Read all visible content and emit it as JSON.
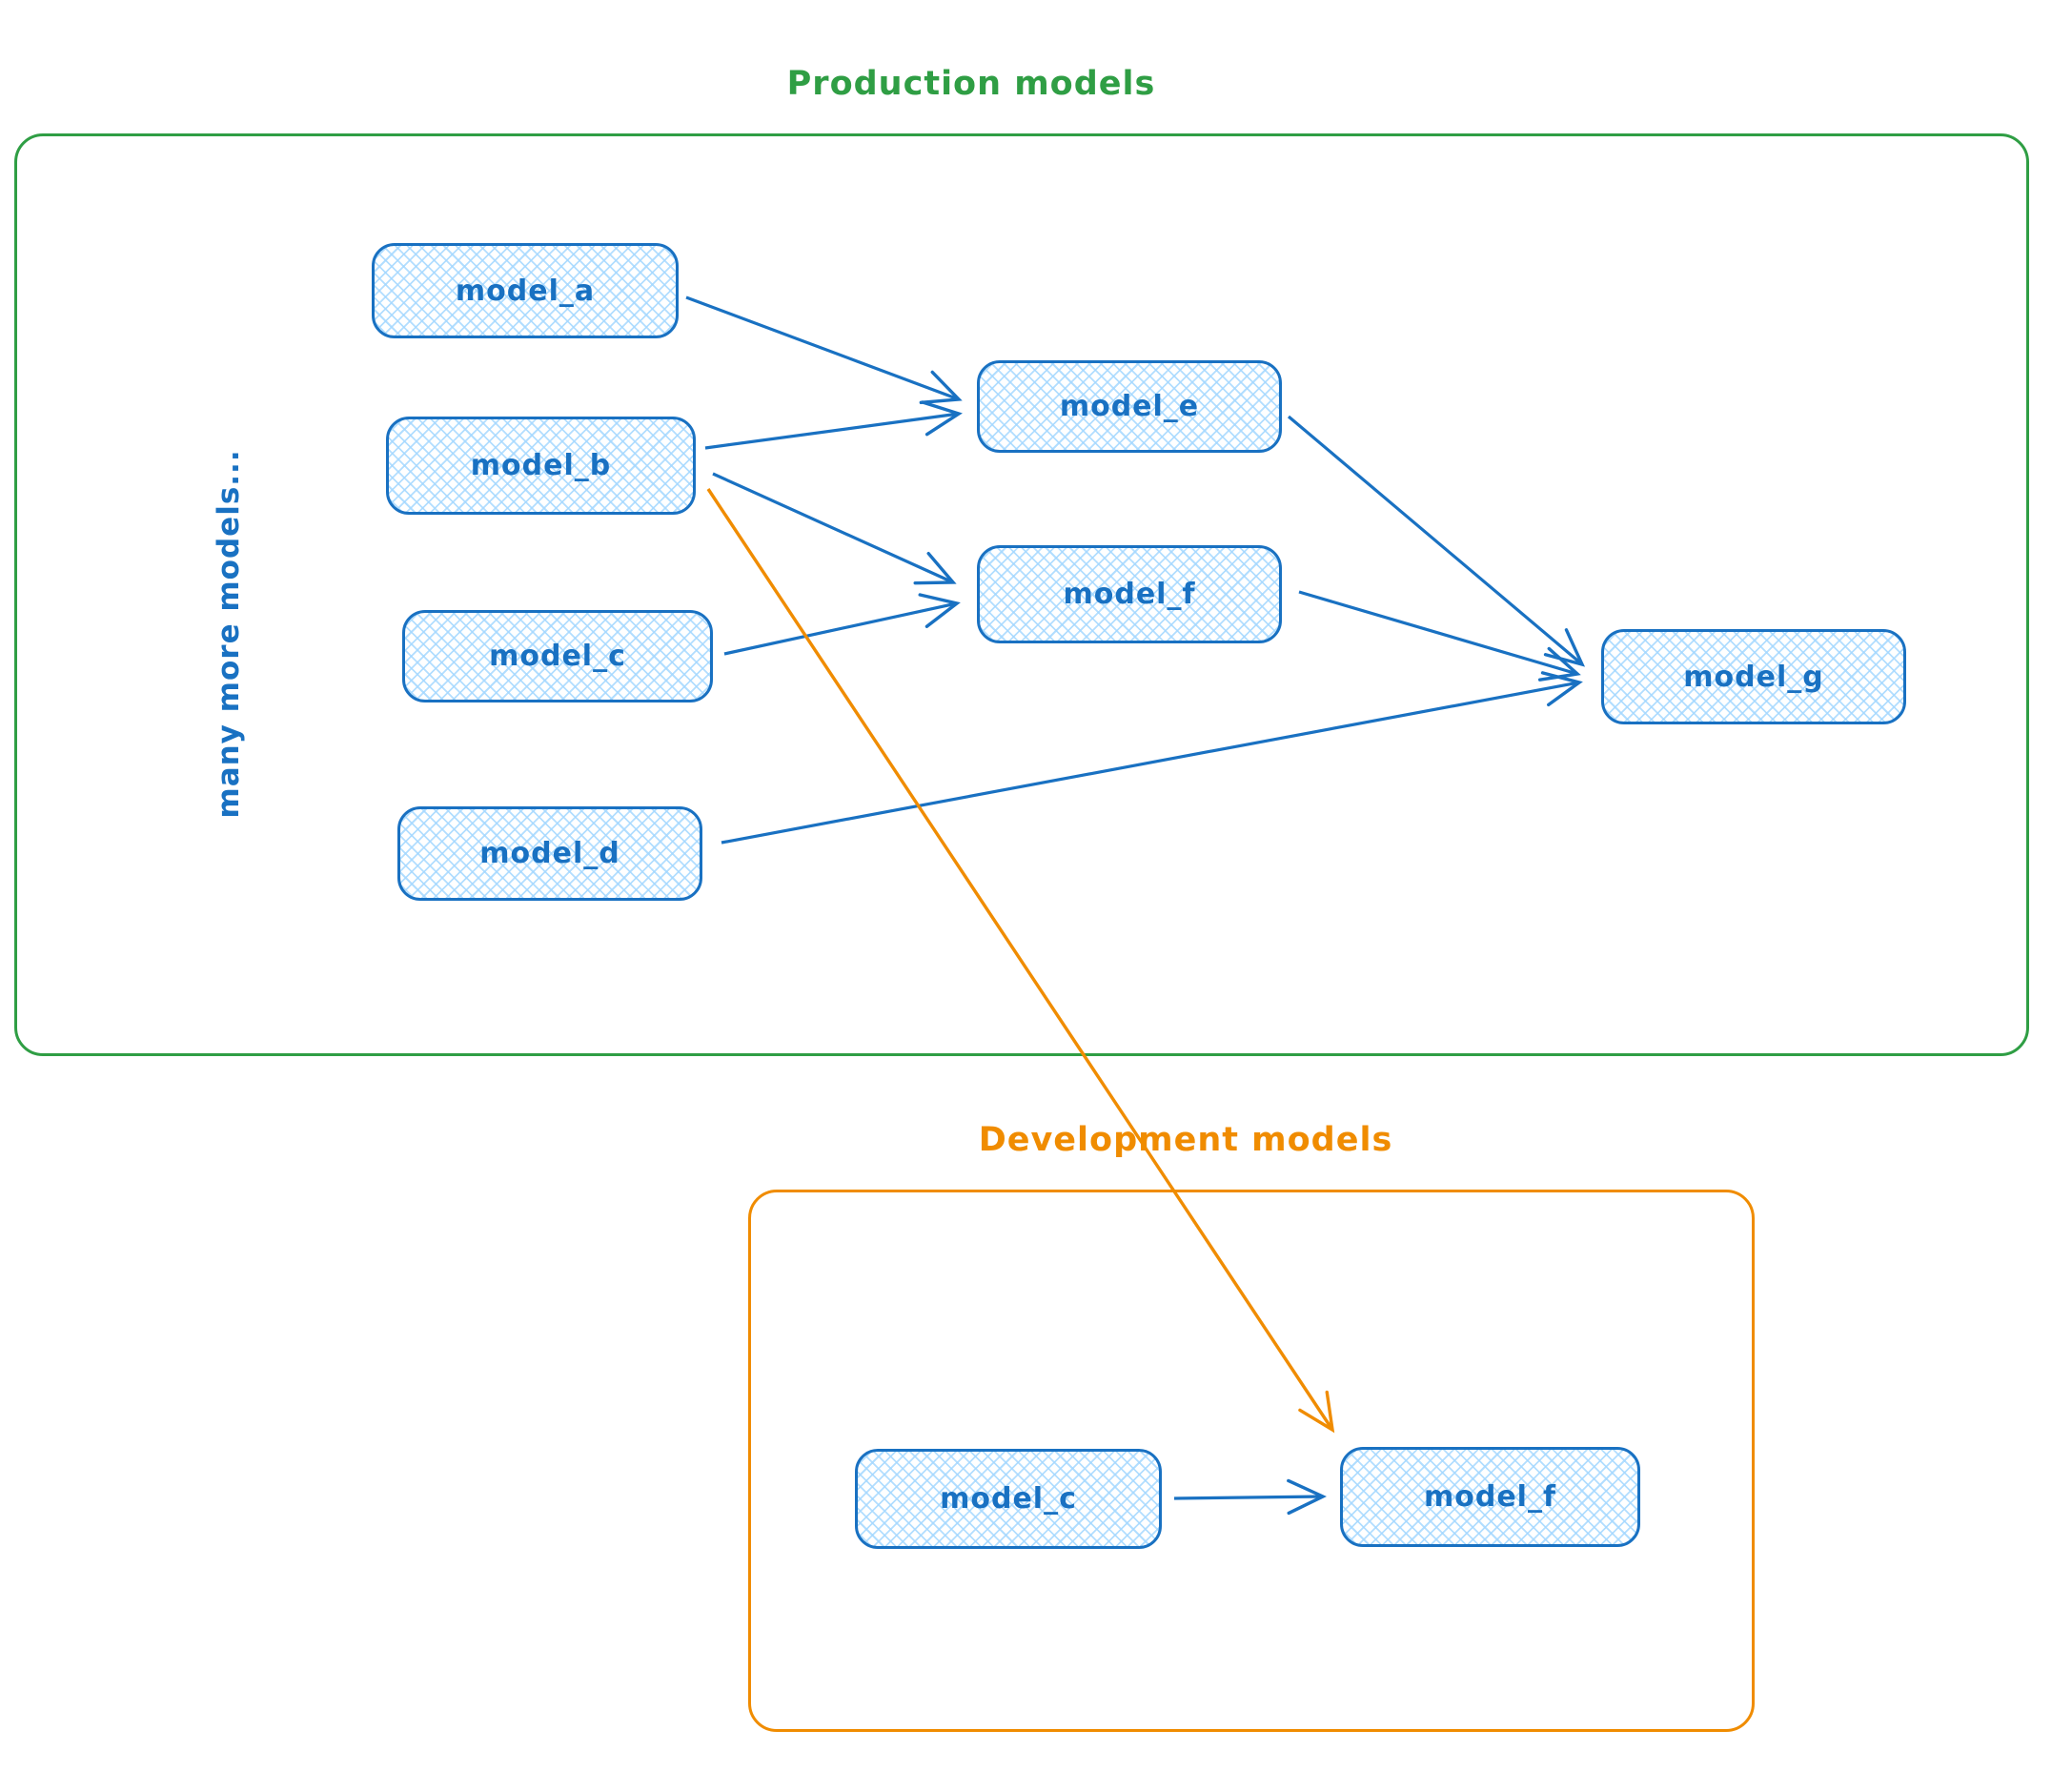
{
  "diagram": {
    "tool_style": "hand-drawn-whiteboard",
    "colors": {
      "node_stroke": "#1971c2",
      "node_fill_hatch": "#a5d8ff",
      "production_frame": "#2f9e44",
      "development_frame": "#f08c00",
      "background": "#ffffff"
    },
    "production": {
      "title": "Production models",
      "side_label": "many more models...",
      "nodes": [
        {
          "label": "model_a"
        },
        {
          "label": "model_b"
        },
        {
          "label": "model_c"
        },
        {
          "label": "model_d"
        },
        {
          "label": "model_e"
        },
        {
          "label": "model_f"
        },
        {
          "label": "model_g"
        }
      ]
    },
    "development": {
      "title": "Development models",
      "nodes": [
        {
          "label": "model_c"
        },
        {
          "label": "model_f"
        }
      ]
    },
    "edges": [
      {
        "from": "production model_a",
        "to": "production model_e",
        "color": "blue"
      },
      {
        "from": "production model_b",
        "to": "production model_e",
        "color": "blue"
      },
      {
        "from": "production model_b",
        "to": "production model_f",
        "color": "blue"
      },
      {
        "from": "production model_c",
        "to": "production model_f",
        "color": "blue"
      },
      {
        "from": "production model_e",
        "to": "production model_g",
        "color": "blue"
      },
      {
        "from": "production model_f",
        "to": "production model_g",
        "color": "blue"
      },
      {
        "from": "production model_d",
        "to": "production model_g",
        "color": "blue"
      },
      {
        "from": "production model_b",
        "to": "development model_f",
        "color": "orange"
      },
      {
        "from": "development model_c",
        "to": "development model_f",
        "color": "blue"
      }
    ]
  }
}
